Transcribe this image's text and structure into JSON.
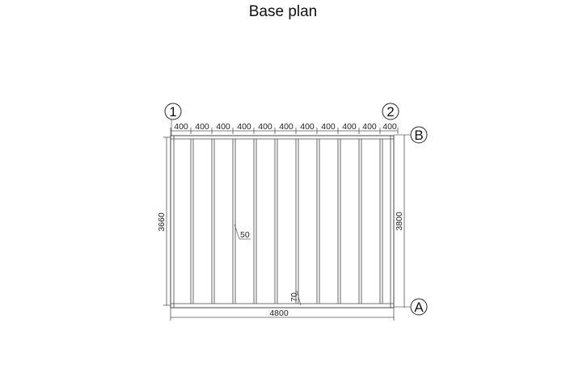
{
  "title": "Base plan",
  "grid_axes": {
    "column_1": "1",
    "column_2": "2",
    "row_a": "A",
    "row_b": "B"
  },
  "dimensions": {
    "top_spacings": [
      "400",
      "400",
      "400",
      "400",
      "400",
      "400",
      "400",
      "400",
      "400",
      "400",
      "400"
    ],
    "left_height": "3660",
    "right_height": "3800",
    "bottom_width": "4800",
    "joist_section": "50",
    "beam_section": "70"
  },
  "colors": {
    "line": "#444444",
    "text": "#222222",
    "background": "#ffffff"
  }
}
